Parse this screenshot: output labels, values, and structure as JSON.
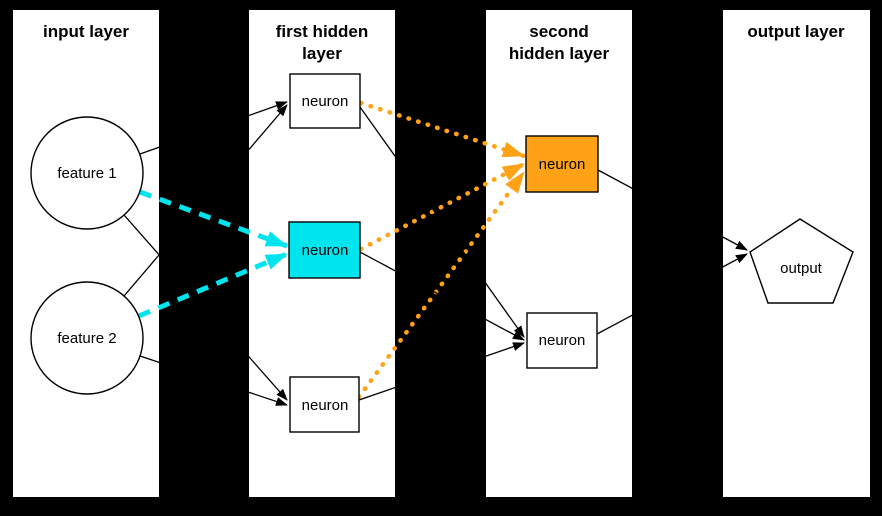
{
  "diagram": {
    "columns": [
      {
        "title": "input layer",
        "title2": ""
      },
      {
        "title": "first hidden",
        "title2": "layer"
      },
      {
        "title": "second",
        "title2": "hidden layer"
      },
      {
        "title": "output layer",
        "title2": ""
      }
    ],
    "nodes": {
      "feature1": "feature 1",
      "feature2": "feature 2",
      "hidden1_top": "neuron",
      "hidden1_middle": "neuron",
      "hidden1_bottom": "neuron",
      "hidden2_top": "neuron",
      "hidden2_bottom": "neuron",
      "output": "output"
    },
    "colors": {
      "background": "#000000",
      "panel": "#ffffff",
      "edge": "#000000",
      "highlight_cyan": "#00e4ee",
      "highlight_orange": "#ffa216"
    }
  }
}
